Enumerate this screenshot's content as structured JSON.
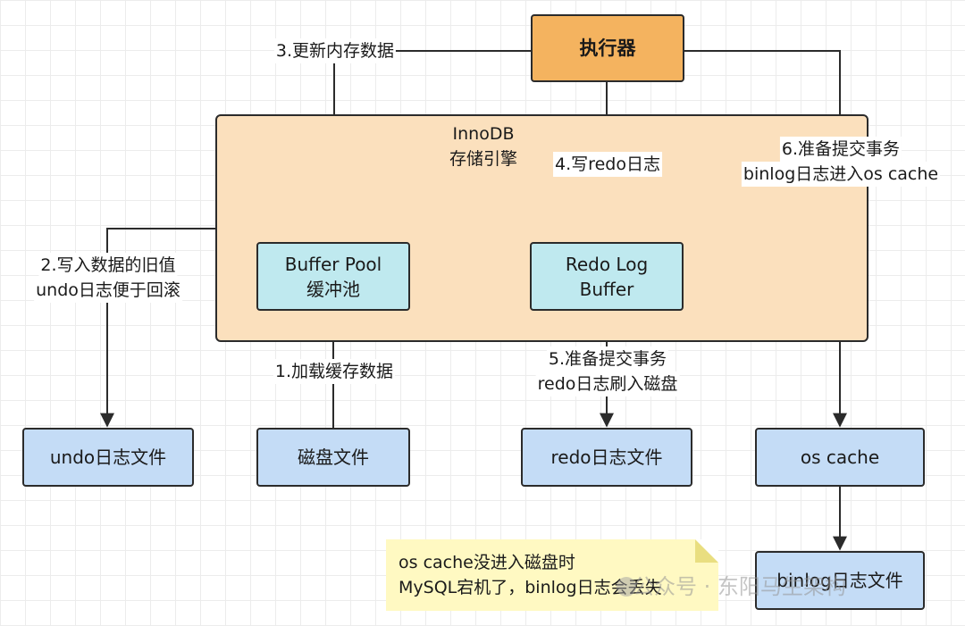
{
  "nodes": {
    "executor": "执行器",
    "innodb_title": "InnoDB",
    "innodb_subtitle": "存储引擎",
    "buffer_pool_line1": "Buffer Pool",
    "buffer_pool_line2": "缓冲池",
    "redo_log_buffer_line1": "Redo Log",
    "redo_log_buffer_line2": "Buffer",
    "undo_file": "undo日志文件",
    "disk_file": "磁盘文件",
    "redo_file": "redo日志文件",
    "os_cache": "os cache",
    "binlog_file": "binlog日志文件"
  },
  "edges": {
    "step1": "1.加载缓存数据",
    "step2_line1": "2.写入数据的旧值",
    "step2_line2": "undo日志便于回滚",
    "step3": "3.更新内存数据",
    "step4": "4.写redo日志",
    "step5_line1": "5.准备提交事务",
    "step5_line2": "redo日志刷入磁盘",
    "step6_line1": "6.准备提交事务",
    "step6_line2": "binlog日志进入os cache"
  },
  "note": {
    "line1": "os cache没进入磁盘时",
    "line2": "MySQL宕机了，binlog日志会丢失"
  },
  "watermark": "公众号 · 东阳马生架构",
  "colors": {
    "executor_fill": "#f4b35f",
    "innodb_fill": "#fbe0bd",
    "memory_node_fill": "#bfe9ef",
    "file_node_fill": "#c4dcf6",
    "note_fill": "#fff9c2",
    "line": "#2b2b2b"
  }
}
